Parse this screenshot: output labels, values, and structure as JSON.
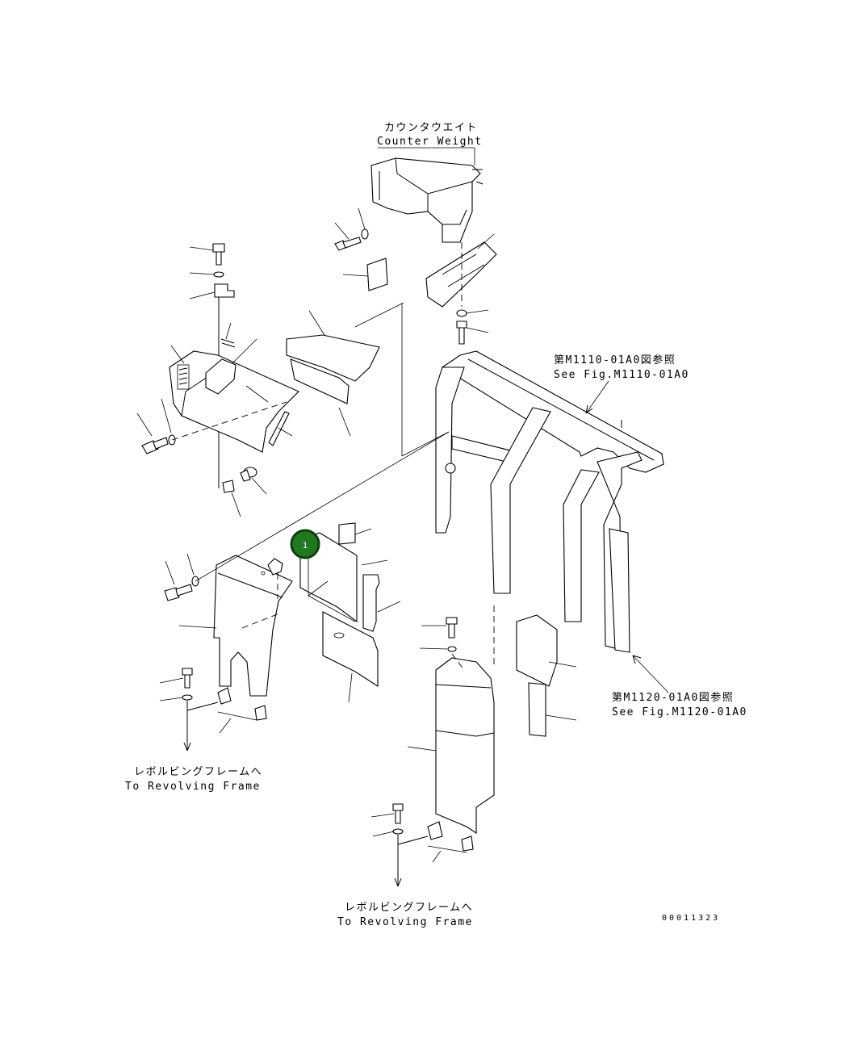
{
  "labels": {
    "counterweight_jp": "カウンタウエイト",
    "counterweight_en": "Counter Weight",
    "ref1_jp": "第M1110-01A0図参照",
    "ref1_en": "See Fig.M1110-01A0",
    "ref2_jp": "第M1120-01A0図参照",
    "ref2_en": "See Fig.M1120-01A0",
    "revolving_left_jp": "レボルビングフレームへ",
    "revolving_left_en": "To Revolving Frame",
    "revolving_bottom_jp": "レボルビングフレームへ",
    "revolving_bottom_en": "To Revolving Frame",
    "drawing_number": "00011323"
  },
  "callouts": [
    {
      "number": "1",
      "color": "#1f7a1f"
    }
  ],
  "colors": {
    "line": "#000000",
    "background": "#ffffff",
    "callout_fill": "#1f7a1f",
    "callout_ring": "#0e3f0e"
  }
}
